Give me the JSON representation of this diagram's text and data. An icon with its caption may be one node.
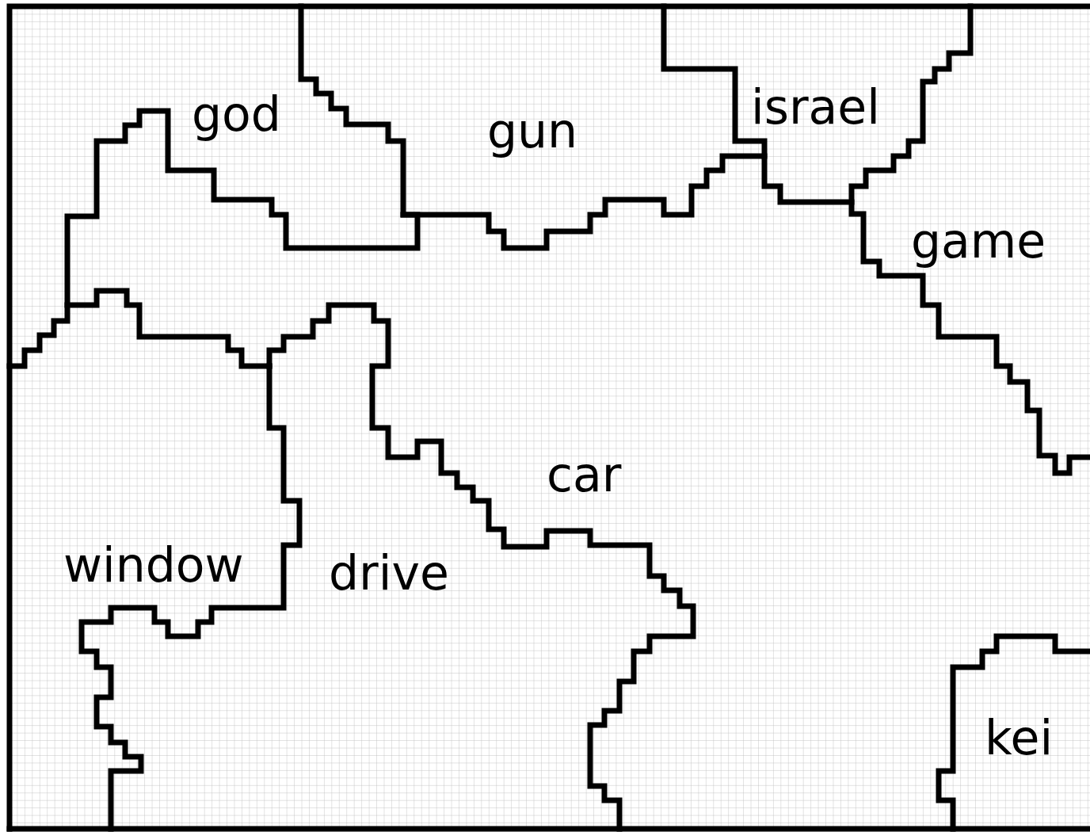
{
  "diagram": {
    "nodes": [
      {
        "text": [
          "god"
        ]
      },
      {
        "text": [
          "gun"
        ]
      },
      {
        "text": [
          "israel"
        ]
      },
      {
        "text": [
          "game"
        ]
      },
      {
        "text": [
          "car"
        ]
      },
      {
        "text": [
          "window"
        ]
      },
      {
        "text": [
          "drive"
        ]
      },
      {
        "text": [
          "kei"
        ]
      }
    ]
  }
}
